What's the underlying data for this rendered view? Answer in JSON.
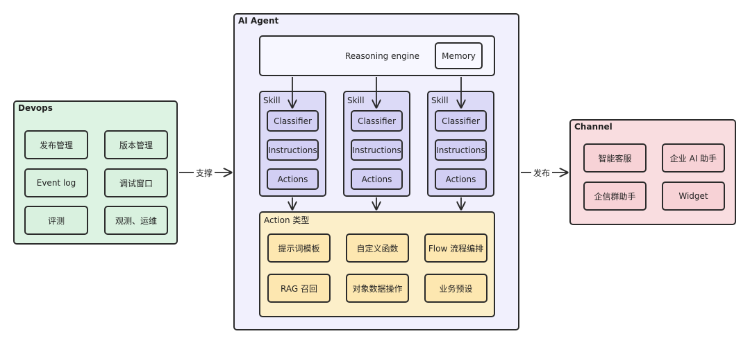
{
  "devops": {
    "title": "Devops",
    "items": [
      "发布管理",
      "版本管理",
      "Event log",
      "调试窗口",
      "评测",
      "观测、运维"
    ]
  },
  "agent": {
    "title": "AI Agent",
    "reasoning_engine": "Reasoning engine",
    "memory": "Memory",
    "skills": [
      {
        "title": "Skill",
        "items": [
          "Classifier",
          "Instructions",
          "Actions"
        ]
      },
      {
        "title": "Skill",
        "items": [
          "Classifier",
          "Instructions",
          "Actions"
        ]
      },
      {
        "title": "Skill",
        "items": [
          "Classifier",
          "Instructions",
          "Actions"
        ]
      }
    ],
    "action_types": {
      "title": "Action 类型",
      "items": [
        "提示词模板",
        "自定义函数",
        "Flow 流程编排",
        "RAG 召回",
        "对象数据操作",
        "业务预设"
      ]
    }
  },
  "channel": {
    "title": "Channel",
    "items": [
      "智能客服",
      "企业 AI 助手",
      "企信群助手",
      "Widget"
    ]
  },
  "edges": {
    "support": "支撑",
    "publish": "发布"
  }
}
